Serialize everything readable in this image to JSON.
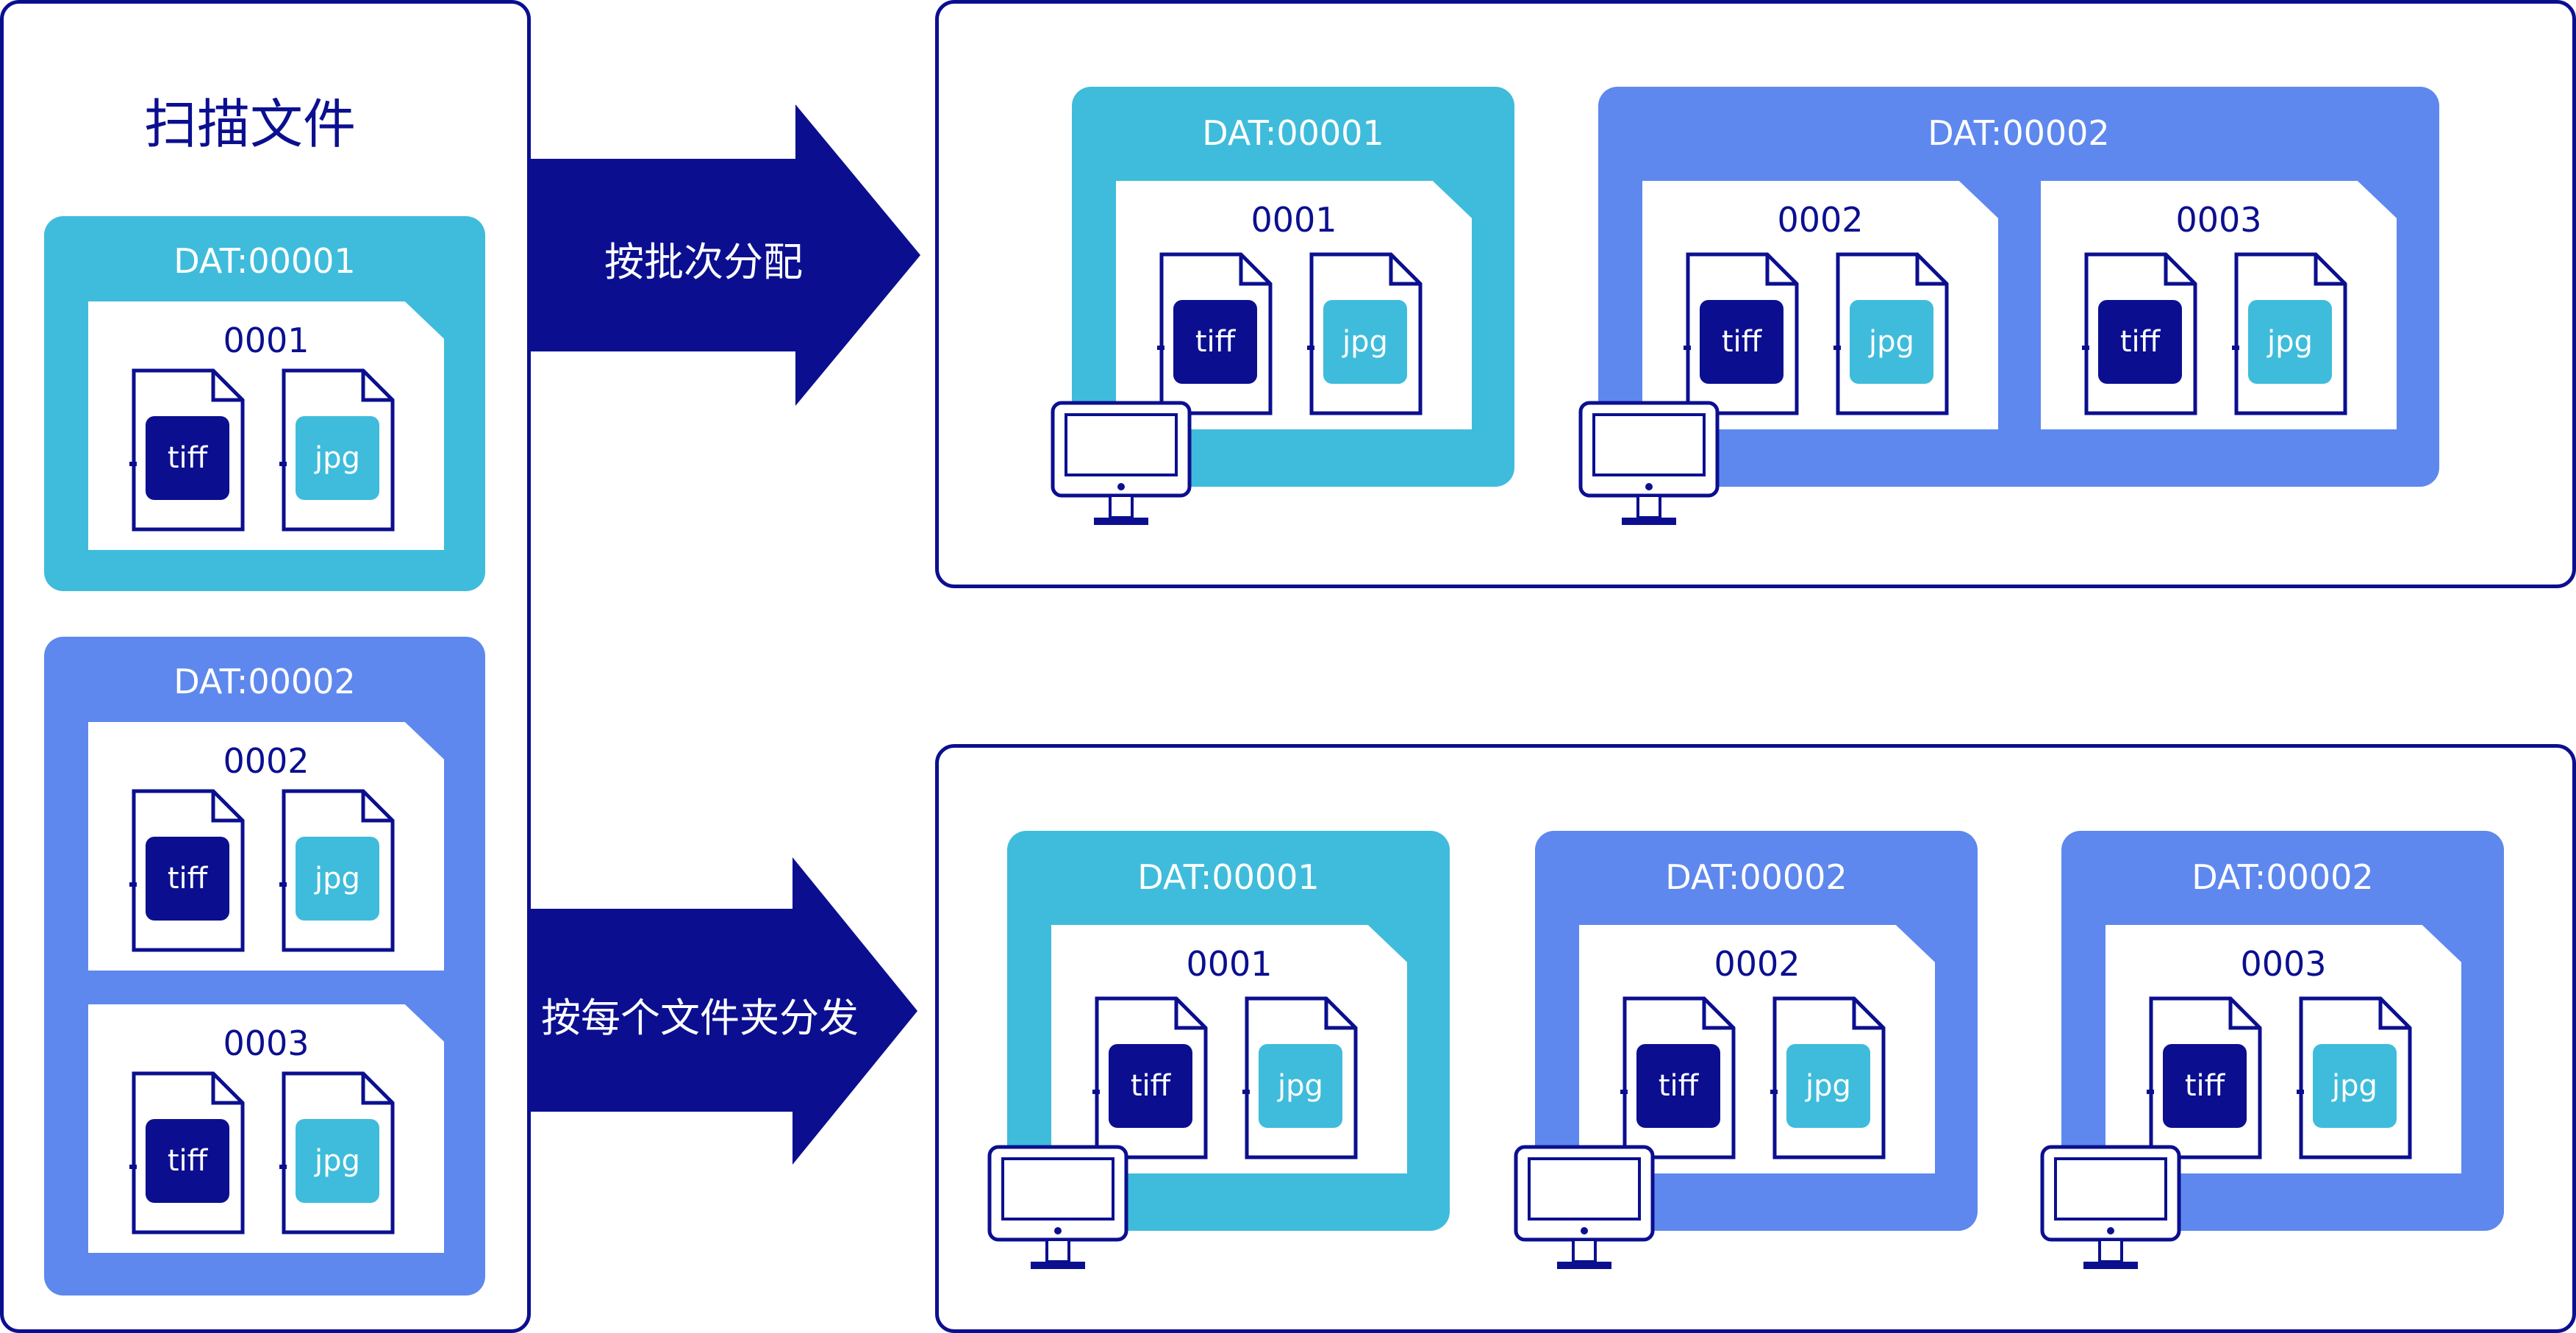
{
  "colors": {
    "navy": "#0b0f8f",
    "cyan": "#3fbcdb",
    "blue": "#5e88ee",
    "white": "#ffffff"
  },
  "left": {
    "title": "扫描文件",
    "panels": [
      {
        "label": "DAT:00001",
        "folders": [
          {
            "label": "0001"
          }
        ]
      },
      {
        "label": "DAT:00002",
        "folders": [
          {
            "label": "0002"
          },
          {
            "label": "0003"
          }
        ]
      }
    ]
  },
  "arrows": [
    {
      "label": "按批次分配"
    },
    {
      "label": "按每个文件夹分发"
    }
  ],
  "file_types": {
    "tiff": "tiff",
    "jpg": "jpg"
  },
  "top_right": {
    "panels": [
      {
        "label": "DAT:00001",
        "folders": [
          {
            "label": "0001"
          }
        ]
      },
      {
        "label": "DAT:00002",
        "folders": [
          {
            "label": "0002"
          },
          {
            "label": "0003"
          }
        ]
      }
    ]
  },
  "bottom_right": {
    "panels": [
      {
        "label": "DAT:00001",
        "folders": [
          {
            "label": "0001"
          }
        ]
      },
      {
        "label": "DAT:00002",
        "folders": [
          {
            "label": "0002"
          }
        ]
      },
      {
        "label": "DAT:00002",
        "folders": [
          {
            "label": "0003"
          }
        ]
      }
    ]
  },
  "icons": {
    "document": "document-icon",
    "monitor": "monitor-icon",
    "arrow": "arrow-right-icon"
  }
}
